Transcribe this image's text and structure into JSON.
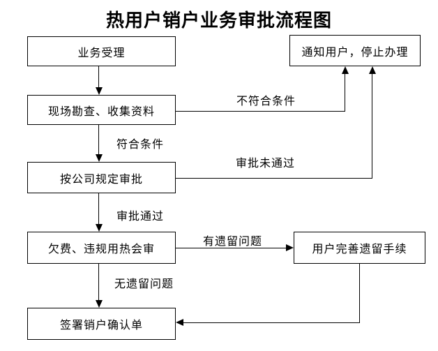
{
  "title": "热用户销户业务审批流程图",
  "colors": {
    "background": "#ffffff",
    "line": "#000000",
    "text": "#000000"
  },
  "nodes": {
    "accept": {
      "label": "业务受理"
    },
    "survey": {
      "label": "现场勘查、收集资料"
    },
    "approve": {
      "label": "按公司规定审批"
    },
    "review": {
      "label": "欠费、违规用热会审"
    },
    "sign": {
      "label": "签署销户确认单"
    },
    "notify": {
      "label": "通知用户，停止办理"
    },
    "complete": {
      "label": "用户完善遗留手续"
    }
  },
  "edge_labels": {
    "qualified": "符合条件",
    "not_qualified": "不符合条件",
    "approval_passed": "审批通过",
    "approval_failed": "审批未通过",
    "has_issues": "有遗留问题",
    "no_issues": "无遗留问题"
  }
}
